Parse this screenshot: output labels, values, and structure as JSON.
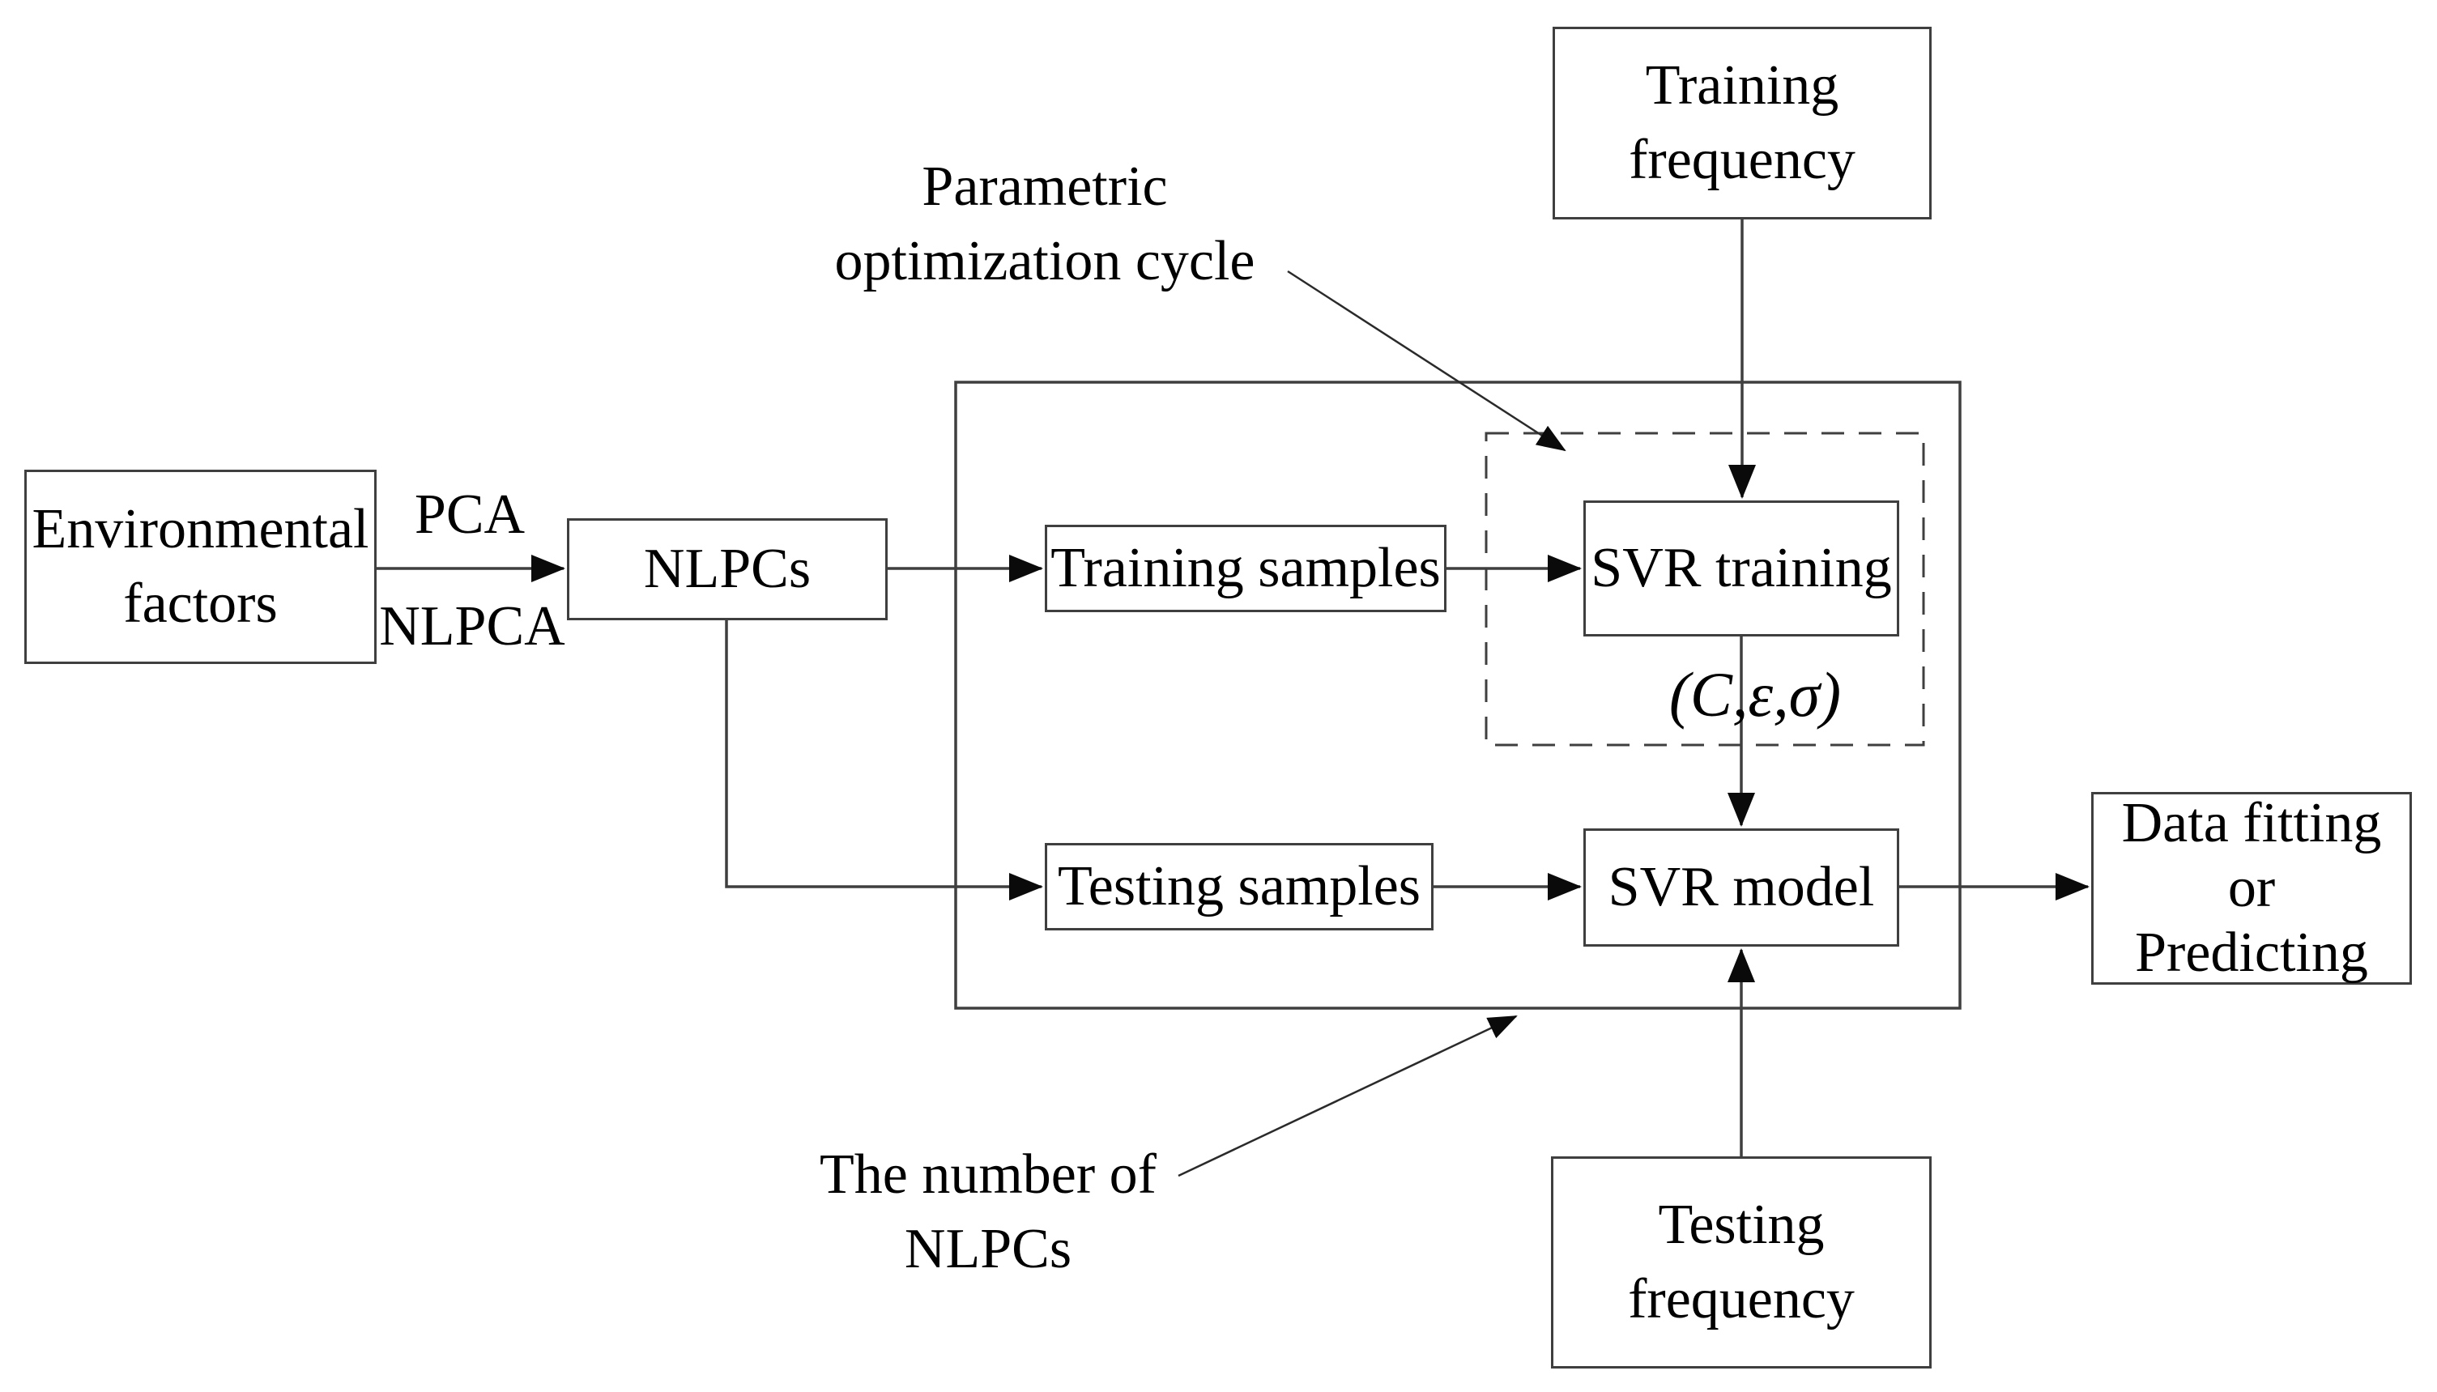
{
  "page": {
    "background": "#ffffff",
    "ink_color": "#000000",
    "line_color": "#3f3f3f"
  },
  "diagram": {
    "nodes": {
      "environmental_factors": "Environmental\nfactors",
      "nlpcs": "NLPCs",
      "training_samples": "Training samples",
      "svr_training": "SVR training",
      "testing_samples": "Testing samples",
      "svr_model": "SVR model",
      "data_fitting": "Data fitting\nor\nPredicting",
      "training_frequency": "Training\nfrequency",
      "testing_frequency": "Testing\nfrequency"
    },
    "edge_labels": {
      "pca": "PCA",
      "nlpca": "NLPCA",
      "svr_parameters": "(C,ε,σ)"
    },
    "annotations": {
      "parametric_optimization": "Parametric\noptimization cycle",
      "nlpc_count": "The number of\nNLPCs"
    }
  }
}
